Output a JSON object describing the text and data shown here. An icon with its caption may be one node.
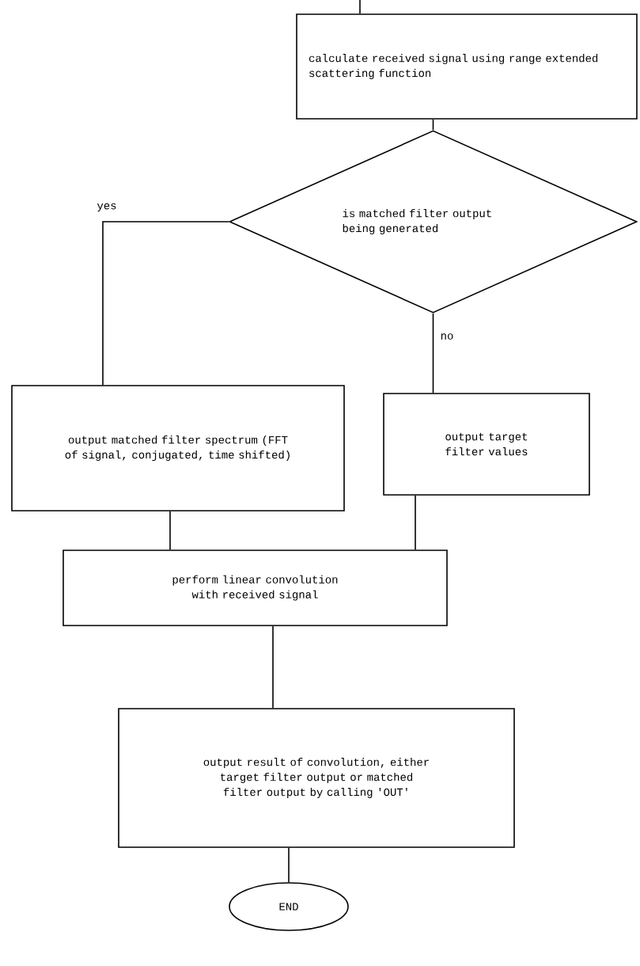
{
  "diagram": {
    "nodes": [
      {
        "text": [
          "calculate received signal using range extended scattering function"
        ]
      },
      {
        "text": [
          "is matched filter output being generated"
        ]
      },
      {
        "text": [
          "output matched filter spectrum (FFT of signal, conjugated, time shifted)"
        ]
      },
      {
        "text": [
          "output target filter values"
        ]
      },
      {
        "text": [
          "perform linear convolution with received signal"
        ]
      },
      {
        "text": [
          "output result of convolution, either target filter output or matched filter output by calling 'OUT'"
        ]
      },
      {
        "text": [
          "END"
        ]
      }
    ],
    "edges": [
      {
        "from": null,
        "to": 0,
        "arrow": "none"
      },
      {
        "from": 0,
        "to": 1,
        "arrow": "none"
      },
      {
        "from": 1,
        "to": 2,
        "arrow": "none",
        "label": "yes"
      },
      {
        "from": 1,
        "to": 3,
        "arrow": "none",
        "label": "no"
      },
      {
        "from": 2,
        "to": 4,
        "arrow": "none"
      },
      {
        "from": 3,
        "to": 4,
        "arrow": "none"
      },
      {
        "from": 4,
        "to": 5,
        "arrow": "none"
      },
      {
        "from": 5,
        "to": 6,
        "arrow": "none"
      }
    ]
  }
}
